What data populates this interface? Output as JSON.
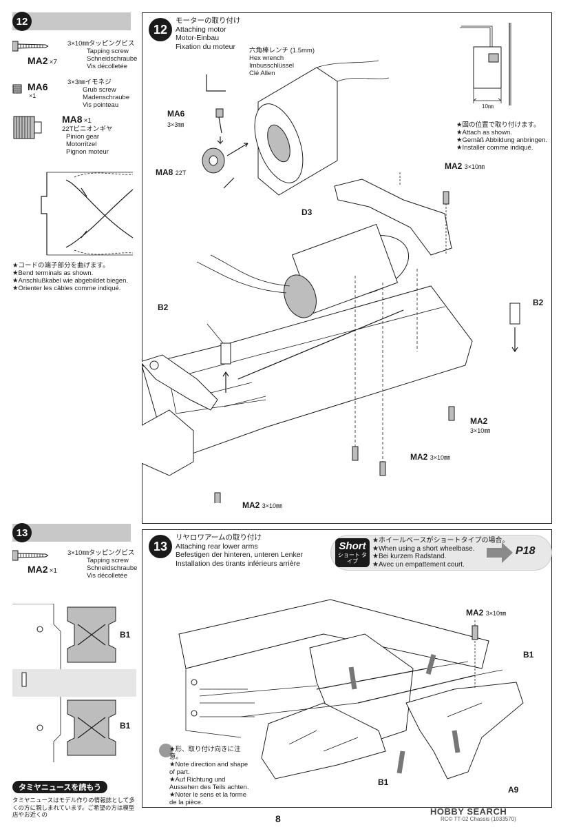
{
  "step12": {
    "num": "12",
    "parts": [
      {
        "code": "MA2",
        "qty": "×7",
        "jp": "3×10㎜タッピングビス",
        "en": "Tapping screw",
        "de": "Schneidschraube",
        "fr": "Vis décolletée"
      },
      {
        "code": "MA6",
        "qty": "×1",
        "jp": "3×3㎜イモネジ",
        "en": "Grub screw",
        "de": "Madenschraube",
        "fr": "Vis pointeau"
      },
      {
        "code": "MA8",
        "qty": "×1",
        "jp": "22Tピニオンギヤ",
        "en": "Pinion gear",
        "de": "Motorritzel",
        "fr": "Pignon moteur"
      }
    ],
    "bend_note": [
      "★コードの端子部分を曲げます。",
      "★Bend terminals as shown.",
      "★Anschlußkabel wie abgebildet biegen.",
      "★Orienter les câbles comme indiqué."
    ],
    "title": [
      "モーターの取り付け",
      "Attaching motor",
      "Motor-Einbau",
      "Fixation du moteur"
    ],
    "hex_wrench": [
      "六角棒レンチ (1.5mm)",
      "Hex wrench",
      "Imbusschlüssel",
      "Clé Allen"
    ],
    "ma6_label": "MA6",
    "ma6_size": "3×3㎜",
    "ma8_label": "MA8",
    "ma8_size": "22T",
    "attach_note": [
      "★図の位置で取り付けます。",
      "★Attach as shown.",
      "★Gemäß Abbildung anbringen.",
      "★Installer comme indiqué."
    ],
    "dim_label": "10㎜",
    "d3_label": "D3",
    "b2_left": "B2",
    "b2_right": "B2",
    "ma2_callouts": [
      {
        "code": "MA2",
        "size": "3×10㎜"
      },
      {
        "code": "MA2",
        "size": "3×10㎜"
      },
      {
        "code": "MA2",
        "size": "3×10㎜"
      },
      {
        "code": "MA2",
        "size": "3×10㎜"
      }
    ]
  },
  "step13": {
    "num": "13",
    "parts": [
      {
        "code": "MA2",
        "qty": "×1",
        "jp": "3×10㎜タッピングビス",
        "en": "Tapping screw",
        "de": "Schneidschraube",
        "fr": "Vis décolletée"
      }
    ],
    "b1_top": "B1",
    "b1_bottom": "B1",
    "title": [
      "リヤロワアームの取り付け",
      "Attaching rear lower arms",
      "Befestigen der hinteren, unteren Lenker",
      "Installation des tirants inférieurs arrière"
    ],
    "short": {
      "badge_en": "Short",
      "badge_jp": "ショート タイプ",
      "lines": [
        "★ホイールベースがショートタイプの場合。",
        "★When using a short wheelbase.",
        "★Bei kurzem Radstand.",
        "★Avec un empattement court."
      ],
      "page_ref": "P18"
    },
    "ma2_callout": {
      "code": "MA2",
      "size": "3×10㎜"
    },
    "b1_right": "B1",
    "b1_low": "B1",
    "a9_label": "A9",
    "direction_note": [
      "★形、取り付け向きに注意。",
      "★Note direction and shape of part.",
      "★Auf Richtung und Aussehen des Teils achten.",
      "★Noter le sens et la forme de la pièce."
    ]
  },
  "footer": {
    "news_tag": "タミヤニュースを読もう",
    "news_text": "タミヤニュースはモデル作りの情報誌として多くの方に親しまれています。ご希望の方は模型店やお近くの",
    "page_number": "8",
    "model_ref": "RC© TT-02 Chassis (1033570)",
    "watermark": "HOBBY SEARCH"
  }
}
